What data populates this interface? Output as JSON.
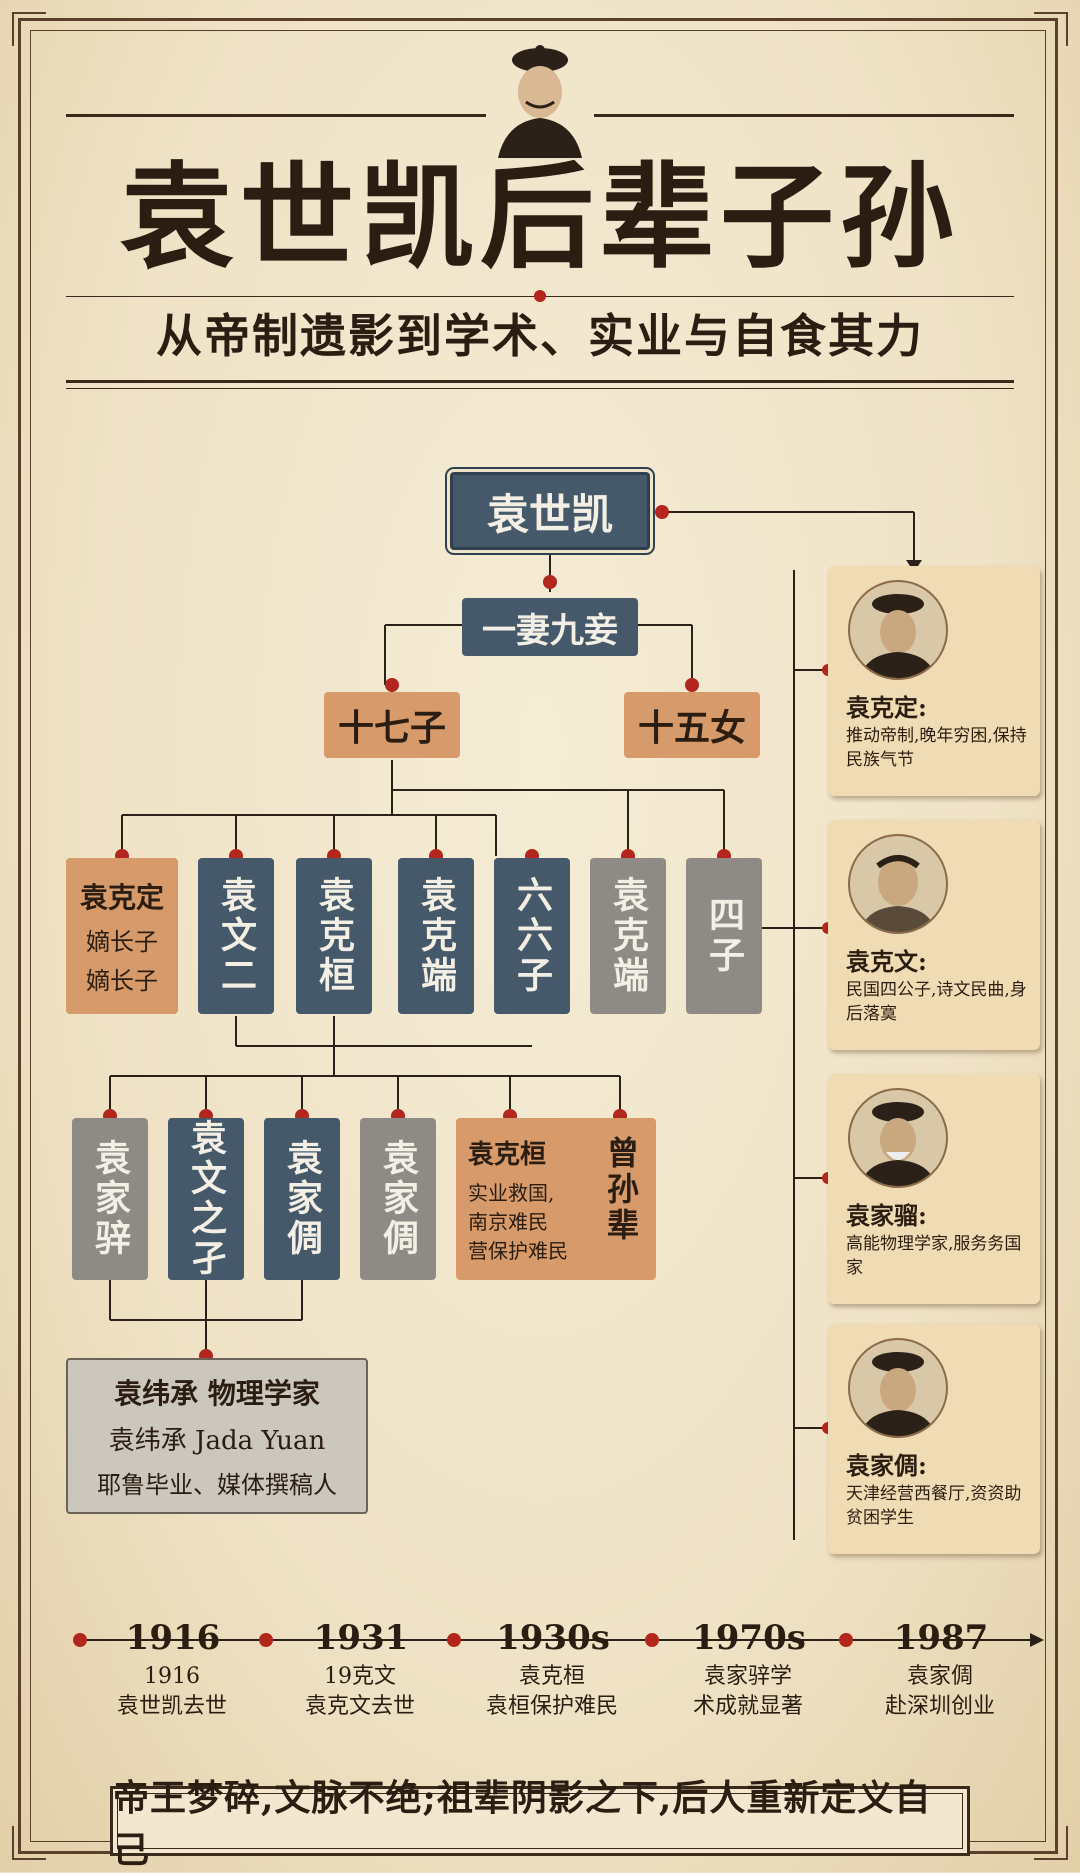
{
  "header": {
    "title": "袁世凯后辈子孙",
    "subtitle": "从帝制遗影到学术、实业与自食其力"
  },
  "tree": {
    "root": "袁世凯",
    "spouses": "一妻九妾",
    "sons": "十七子",
    "daughters": "十五女",
    "gen2": [
      {
        "name": "袁克定",
        "line1": "嫡长子",
        "line2": "嫡长子"
      },
      {
        "name": "袁文二"
      },
      {
        "name": "袁克桓"
      },
      {
        "name": "袁克端"
      },
      {
        "name": "六六子"
      },
      {
        "name": "袁克端"
      },
      {
        "name": "四子"
      }
    ],
    "gen3": [
      {
        "name": "袁家骍"
      },
      {
        "name": "袁文之孑"
      },
      {
        "name": "袁家倜"
      },
      {
        "name": "袁家倜"
      }
    ],
    "gen3_card": {
      "title": "袁克桓",
      "l1": "实业救国,",
      "l2": "南京难民",
      "l3": "营保护难民",
      "side": "曾孙辈"
    },
    "gen4": {
      "line1": "袁纬承 物理学家",
      "line2": "袁纬承 Jada Yuan",
      "line3": "耶鲁毕业、媒体撰稿人"
    }
  },
  "profiles": [
    {
      "name": "袁克定:",
      "desc": "推动帝制,晚年穷困,保持民族气节"
    },
    {
      "name": "袁克文:",
      "desc": "民国四公子,诗文民曲,身后落寞"
    },
    {
      "name": "袁家骝:",
      "desc": "高能物理学家,服务务国家"
    },
    {
      "name": "袁家倜:",
      "desc": "天津经营西餐厅,资资助贫困学生"
    }
  ],
  "timeline": [
    {
      "year": "1916",
      "l1": "1916",
      "l2": "袁世凯去世"
    },
    {
      "year": "1931",
      "l1": "19克文",
      "l2": "袁克文去世"
    },
    {
      "year": "1930s",
      "l1": "袁克桓",
      "l2": "袁桓保护难民"
    },
    {
      "year": "1970s",
      "l1": "袁家骍学",
      "l2": "术成就显著"
    },
    {
      "year": "1987",
      "l1": "袁家倜",
      "l2": "赴深圳创业"
    }
  ],
  "footer": "帝王梦碎,文脉不绝;祖辈阴影之下,后人重新定义自己",
  "colors": {
    "slate": "#45596a",
    "orange": "#d79a6a",
    "gray": "#8e8b86",
    "accent": "#b3261e",
    "paper": "#efe3c8"
  }
}
